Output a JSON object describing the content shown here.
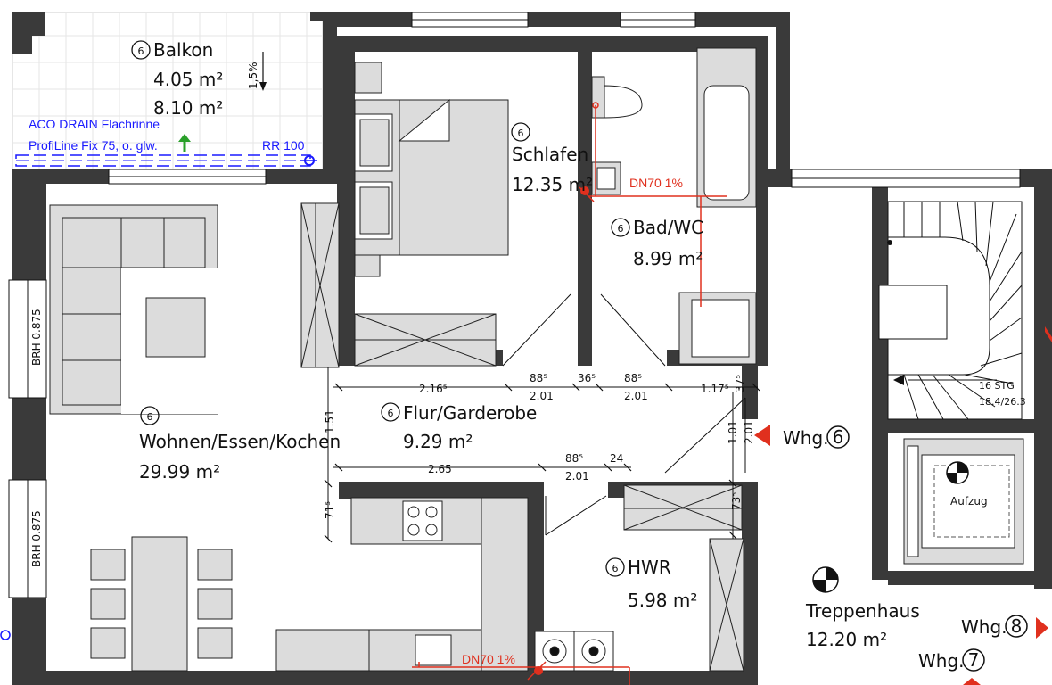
{
  "rooms": {
    "balkon": {
      "num": "6",
      "name": "Balkon",
      "area1": "4.05 m²",
      "area2": "8.10 m²",
      "slope": "1,5%"
    },
    "schlafen": {
      "num": "6",
      "name": "Schlafen",
      "area": "12.35 m²"
    },
    "bad": {
      "num": "6",
      "name": "Bad/WC",
      "area": "8.99 m²"
    },
    "wohnen": {
      "num": "6",
      "name": "Wohnen/Essen/Kochen",
      "area": "29.99 m²"
    },
    "flur": {
      "num": "6",
      "name": "Flur/Garderobe",
      "area": "9.29 m²"
    },
    "hwr": {
      "num": "6",
      "name": "HWR",
      "area": "5.98 m²"
    },
    "treppenhaus": {
      "name": "Treppenhaus",
      "area": "12.20 m²"
    }
  },
  "drain": {
    "line1": "ACO DRAIN Flachrinne",
    "line2": "ProfiLine Fix 75, o. glw.",
    "rr": "RR 100"
  },
  "pipes": {
    "dn_top": "DN70 1%",
    "dn_bottom": "DN70 1%"
  },
  "dimensions": {
    "top_row": [
      "2.16⁵",
      "88⁵",
      "2.01",
      "36⁵",
      "88⁵",
      "2.01",
      "1.17⁵",
      "37⁵"
    ],
    "mid_row": [
      "2.65",
      "88⁵",
      "2.01",
      "24"
    ],
    "vertical": [
      "1.51",
      "71⁵",
      "1.01",
      "2.01",
      "73⁵"
    ]
  },
  "windows": {
    "brh1": "BRH 0.875",
    "brh2": "BRH 0.875"
  },
  "stair": {
    "stg": "16 STG",
    "ratio": "18.4/26.3"
  },
  "elevator": {
    "label": "Aufzug"
  },
  "units": {
    "whg6_label": "Whg.",
    "whg6_num": "6",
    "whg8_label": "Whg.",
    "whg8_num": "8",
    "whg7_label": "Whg.",
    "whg7_num": "7"
  },
  "colors": {
    "wall": "#3a3a3a",
    "furniture_fill": "#dcdcdc",
    "pipe": "#e0301e",
    "drain": "#1a1aff",
    "arrow": "#2aa02a"
  }
}
